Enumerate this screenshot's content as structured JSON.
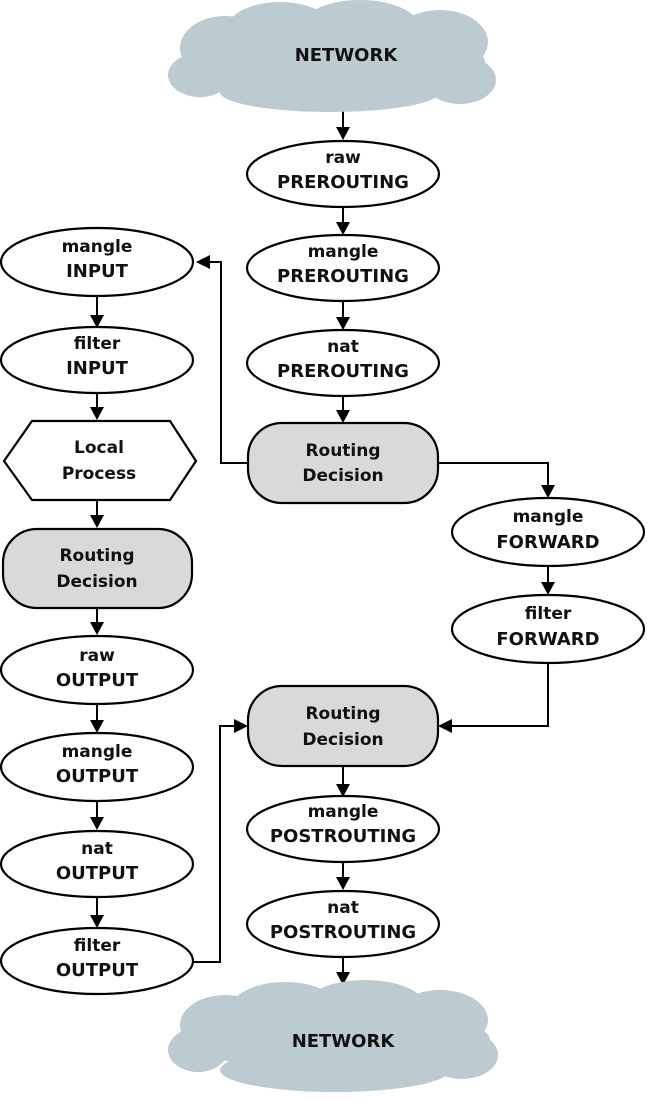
{
  "network_top": "NETWORK",
  "network_bottom": "NETWORK",
  "raw_prerouting": {
    "line1": "raw",
    "line2": "PREROUTING"
  },
  "mangle_prerouting": {
    "line1": "mangle",
    "line2": "PREROUTING"
  },
  "nat_prerouting": {
    "line1": "nat",
    "line2": "PREROUTING"
  },
  "routing_decision_1": {
    "line1": "Routing",
    "line2": "Decision"
  },
  "mangle_input": {
    "line1": "mangle",
    "line2": "INPUT"
  },
  "filter_input": {
    "line1": "filter",
    "line2": "INPUT"
  },
  "local_process": {
    "line1": "Local",
    "line2": "Process"
  },
  "routing_decision_2": {
    "line1": "Routing",
    "line2": "Decision"
  },
  "raw_output": {
    "line1": "raw",
    "line2": "OUTPUT"
  },
  "mangle_output": {
    "line1": "mangle",
    "line2": "OUTPUT"
  },
  "nat_output": {
    "line1": "nat",
    "line2": "OUTPUT"
  },
  "filter_output": {
    "line1": "filter",
    "line2": "OUTPUT"
  },
  "mangle_forward": {
    "line1": "mangle",
    "line2": "FORWARD"
  },
  "filter_forward": {
    "line1": "filter",
    "line2": "FORWARD"
  },
  "routing_decision_3": {
    "line1": "Routing",
    "line2": "Decision"
  },
  "mangle_postrouting": {
    "line1": "mangle",
    "line2": "POSTROUTING"
  },
  "nat_postrouting": {
    "line1": "nat",
    "line2": "POSTROUTING"
  },
  "colors": {
    "cloud": "#bccbd0",
    "decision": "#d9d9d9",
    "node": "#ffffff",
    "stroke": "#000000"
  }
}
